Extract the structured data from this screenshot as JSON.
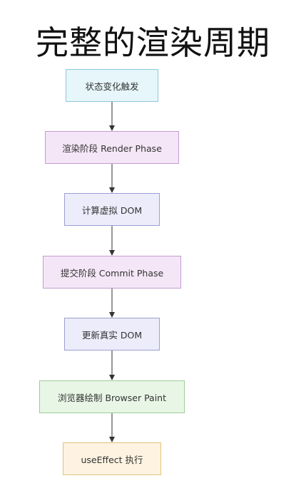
{
  "title": "完整的渲染周期",
  "nodes": [
    {
      "label": "状态变化触发"
    },
    {
      "label": "渲染阶段 Render Phase"
    },
    {
      "label": "计算虚拟 DOM"
    },
    {
      "label": "提交阶段 Commit Phase"
    },
    {
      "label": "更新真实 DOM"
    },
    {
      "label": "浏览器绘制 Browser Paint"
    },
    {
      "label": "useEffect 执行"
    }
  ],
  "colors": {
    "trigger": "#e6f6fb",
    "phase": "#f4e6f7",
    "dom": "#ececfb",
    "paint": "#e8f6e6",
    "effect": "#fdf3e0",
    "arrow": "#333333"
  }
}
